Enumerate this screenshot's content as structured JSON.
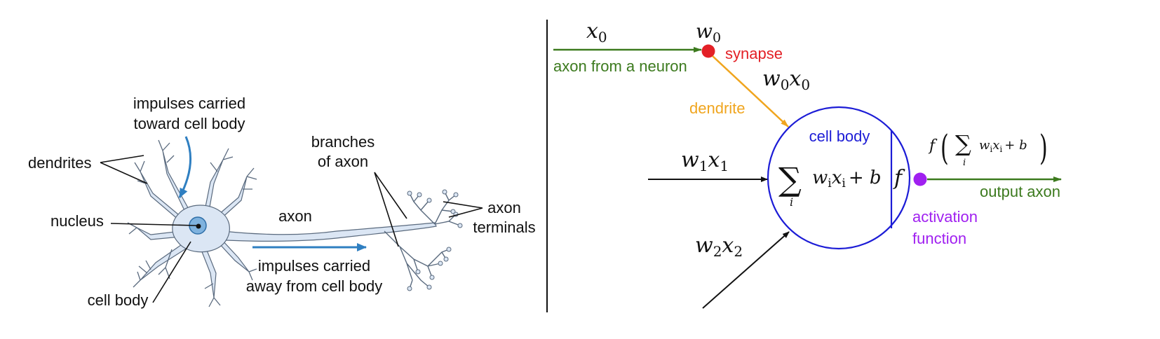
{
  "biological_neuron": {
    "labels": {
      "impulses_toward_1": "impulses carried",
      "impulses_toward_2": "toward cell body",
      "dendrites": "dendrites",
      "branches_1": "branches",
      "branches_2": "of axon",
      "axon": "axon",
      "axon_terminals_1": "axon",
      "axon_terminals_2": "terminals",
      "nucleus": "nucleus",
      "impulses_away_1": "impulses carried",
      "impulses_away_2": "away from cell body",
      "cell_body": "cell body"
    }
  },
  "math_model": {
    "labels": {
      "x0": "x",
      "x0_sub": "0",
      "w0": "w",
      "w0_sub": "0",
      "synapse": "synapse",
      "axon_from_neuron": "axon from a neuron",
      "w0x0_w": "w",
      "w0x0_wsub": "0",
      "w0x0_x": "x",
      "w0x0_xsub": "0",
      "dendrite": "dendrite",
      "cell_body": "cell body",
      "w1x1_w": "w",
      "w1x1_wsub": "1",
      "w1x1_x": "x",
      "w1x1_xsub": "1",
      "w2x2_w": "w",
      "w2x2_wsub": "2",
      "w2x2_x": "x",
      "w2x2_xsub": "2",
      "sum_symbol": "∑",
      "sum_index": "i",
      "sum_w": "w",
      "sum_x": "x",
      "sum_sub": "i",
      "sum_plus_b": "+ b",
      "f_symbol": "f",
      "output_f": "f",
      "output_paren_open": "(",
      "output_paren_close": ")",
      "output_axon": "output axon",
      "activation_1": "activation",
      "activation_2": "function"
    },
    "colors": {
      "axon_green": "#3c7a1e",
      "synapse_red": "#e32026",
      "dendrite_orange": "#f0a51e",
      "cell_blue": "#1c1cd6",
      "activation_purple": "#a020f0",
      "arrow_black": "#111111",
      "impulse_blue": "#2f7fc1"
    }
  }
}
